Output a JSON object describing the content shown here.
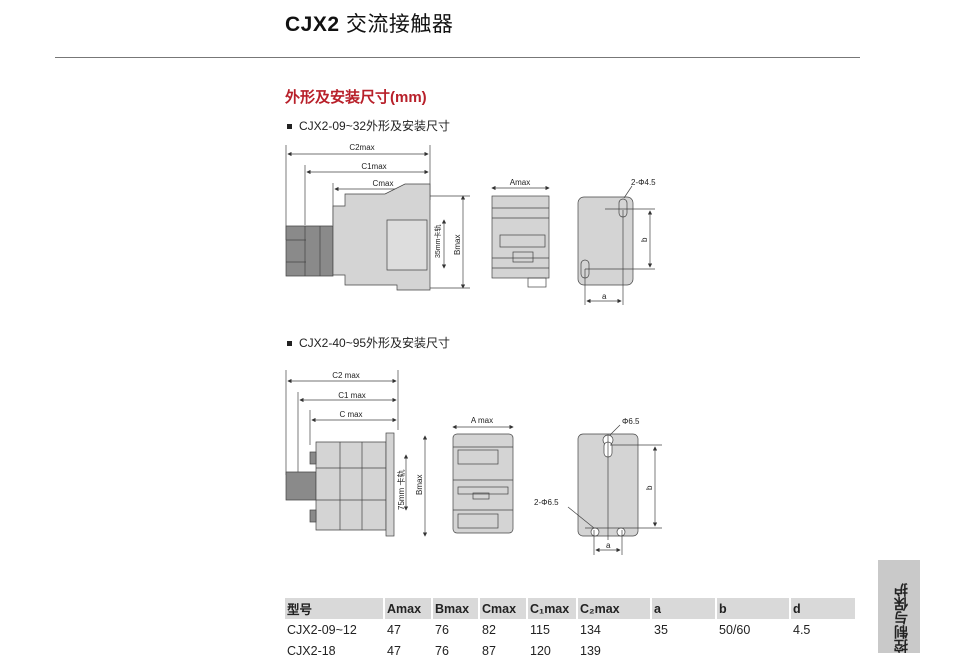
{
  "header": {
    "title_code": "CJX2",
    "title_cn": "交流接触器"
  },
  "section": {
    "heading": "外形及安装尺寸(mm)"
  },
  "diagram1": {
    "caption": "CJX2-09~32外形及安装尺寸",
    "c2": "C2max",
    "c1": "C1max",
    "c": "Cmax",
    "rail": "35mm卡轨",
    "b": "Bmax",
    "a": "Amax",
    "hole": "2-Φ4.5",
    "dim_b": "b",
    "dim_a": "a"
  },
  "diagram2": {
    "caption": "CJX2-40~95外形及安装尺寸",
    "c2": "C2 max",
    "c1": "C1 max",
    "c": "C max",
    "rail": "75mm 卡轨",
    "b": "Bmax",
    "a": "A max",
    "hole_top": "Φ6.5",
    "hole": "2-Φ6.5",
    "dim_b": "b",
    "dim_a": "a"
  },
  "table": {
    "headers": [
      "型号",
      "Amax",
      "Bmax",
      "Cmax",
      "C₁max",
      "C₂max",
      "a",
      "b",
      "d"
    ],
    "rows": [
      [
        "CJX2-09~12",
        "47",
        "76",
        "82",
        "115",
        "134",
        "35",
        "50/60",
        "4.5"
      ],
      [
        "CJX2-18",
        "47",
        "76",
        "87",
        "120",
        "139",
        "",
        "",
        ""
      ]
    ]
  },
  "side_tab": {
    "label": "控制与保护"
  }
}
